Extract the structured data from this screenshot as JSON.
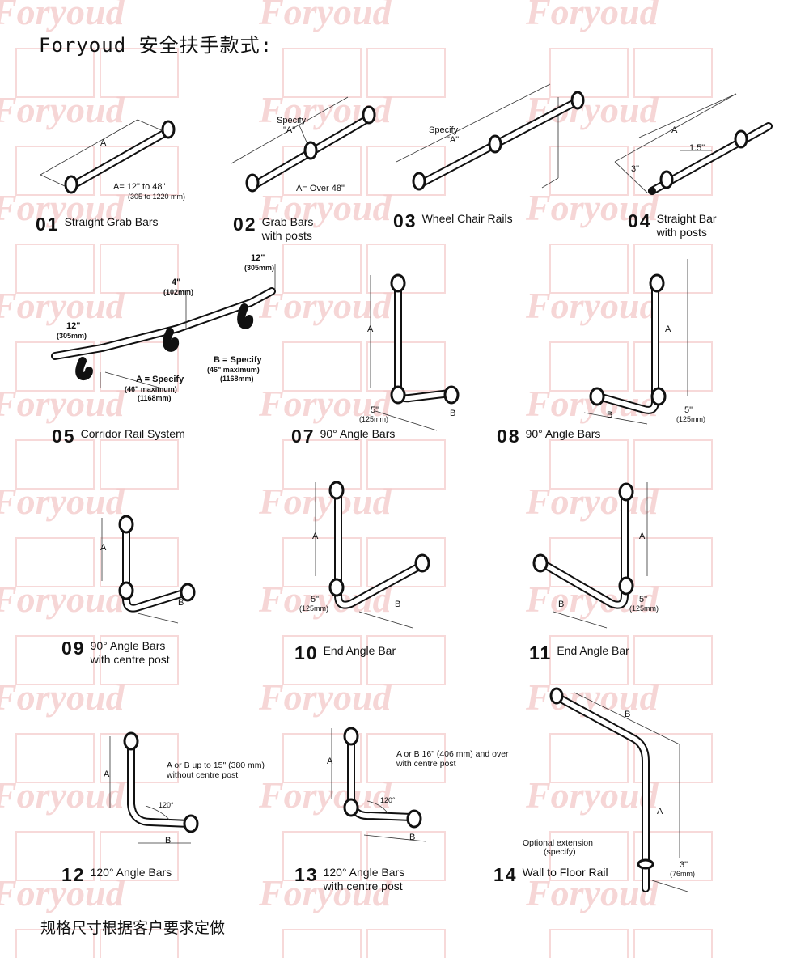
{
  "title": "Foryoud 安全扶手款式:",
  "footer": "规格尺寸根据客户要求定做",
  "watermark": {
    "text": "Foryoud",
    "color": "#f3c9c9"
  },
  "items": [
    {
      "num": "01",
      "label": "Straight Grab Bars",
      "label2": "",
      "dims": {
        "a": "A",
        "range": "A=  12\" to 48\"",
        "range_mm": "(305 to 1220 mm)"
      }
    },
    {
      "num": "02",
      "label": "Grab Bars",
      "label2": "with posts",
      "dims": {
        "specify": "Specify",
        "a_q": "\"A\"",
        "over": "A=  Over 48\""
      }
    },
    {
      "num": "03",
      "label": "Wheel Chair Rails",
      "label2": "",
      "dims": {
        "specify": "Specify",
        "a_q": "\"A\""
      }
    },
    {
      "num": "04",
      "label": "Straight Bar",
      "label2": "with posts",
      "dims": {
        "a": "A",
        "d1": "1.5\"",
        "d2": "3\""
      }
    },
    {
      "num": "05",
      "label": "Corridor Rail System",
      "label2": "",
      "dims": {
        "twelve": "12\"",
        "twelve_mm": "(305mm)",
        "four": "4\"",
        "four_mm": "(102mm)",
        "twelve_b": "12\"",
        "twelve_b_mm": "(305mm)",
        "a_spec": "A = Specify",
        "a_max": "(46\" maximum)",
        "a_mm": "(1168mm)",
        "b_spec": "B = Specify",
        "b_max": "(46\" maximum)",
        "b_mm": "(1168mm)"
      }
    },
    {
      "num": "07",
      "label": "90° Angle Bars",
      "label2": "",
      "dims": {
        "a": "A",
        "b": "B",
        "five": "5\"",
        "five_mm": "(125mm)"
      }
    },
    {
      "num": "08",
      "label": "90° Angle Bars",
      "label2": "",
      "dims": {
        "a": "A",
        "b": "B",
        "five": "5\"",
        "five_mm": "(125mm)"
      }
    },
    {
      "num": "09",
      "label": "90° Angle Bars",
      "label2": "with centre post",
      "dims": {
        "a": "A",
        "b": "B"
      }
    },
    {
      "num": "10",
      "label": "End Angle Bar",
      "label2": "",
      "dims": {
        "a": "A",
        "b": "B",
        "five": "5\"",
        "five_mm": "(125mm)"
      }
    },
    {
      "num": "11",
      "label": "End Angle Bar",
      "label2": "",
      "dims": {
        "a": "A",
        "b": "B",
        "five": "5\"",
        "five_mm": "(125mm)"
      }
    },
    {
      "num": "12",
      "label": "120° Angle Bars",
      "label2": "",
      "dims": {
        "a": "A",
        "b": "B",
        "angle": "120°",
        "note1": "A or B up to 15\" (380 mm)",
        "note2": "without centre post"
      }
    },
    {
      "num": "13",
      "label": "120° Angle Bars",
      "label2": "with centre post",
      "dims": {
        "a": "A",
        "b": "B",
        "angle": "120°",
        "note1": "A or B 16\" (406 mm) and over",
        "note2": "with centre post"
      }
    },
    {
      "num": "14",
      "label": "Wall to Floor Rail",
      "label2": "",
      "dims": {
        "a": "A",
        "b": "B",
        "opt1": "Optional extension",
        "opt2": "(specify)",
        "three": "3\"",
        "three_mm": "(76mm)"
      }
    }
  ]
}
